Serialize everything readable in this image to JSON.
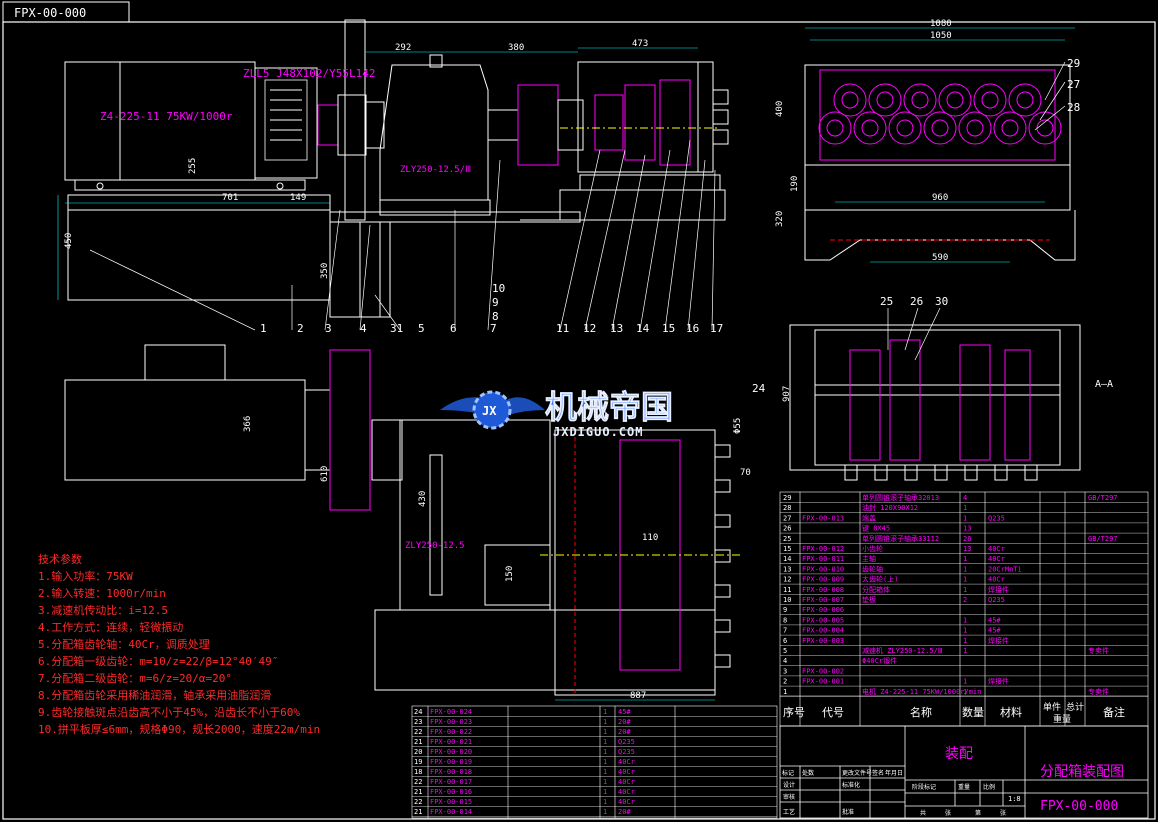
{
  "drawing": {
    "corner_code": "FPX-00-000",
    "motor_label": "Z4-225-11   75KW/1000r",
    "coupling_label": "ZLL5   J48X102/Y55L142",
    "reducer_label": "ZLY250-12.5/Ⅲ",
    "reducer_label_plan": "ZLY250-12.5",
    "section_label": "A—A"
  },
  "dimensions": {
    "d701": "701",
    "d450": "450",
    "d255": "255",
    "d149": "149",
    "d350": "350",
    "d292": "292",
    "d380": "380",
    "d473": "473",
    "d1080": "1080",
    "d1050": "1050",
    "d960": "960",
    "d590": "590",
    "d320": "320",
    "d190": "190",
    "d400": "400",
    "d887": "887",
    "d907": "907",
    "d430": "430",
    "d610": "610",
    "d366": "366",
    "d150": "150",
    "d110": "110",
    "d70": "70",
    "phi55": "Φ55"
  },
  "balloons_elev": [
    "1",
    "2",
    "3",
    "4",
    "31",
    "5",
    "6",
    "7",
    "11",
    "12",
    "13",
    "14",
    "15",
    "16",
    "17"
  ],
  "balloons_fraction": [
    "10",
    "9",
    "8"
  ],
  "balloons_right": [
    "29",
    "27",
    "28"
  ],
  "balloons_section": [
    "25",
    "26",
    "30"
  ],
  "balloons_misc": [
    "24"
  ],
  "watermark": {
    "title": "机械帝国",
    "url": "JXDIGUO.COM",
    "emblem": "JX"
  },
  "tech_params": {
    "heading": "技术参数",
    "items": [
      "1.输入功率：75KW",
      "2.输入转速：1000r/min",
      "3.减速机传动比：i=12.5",
      "4.工作方式：连续，轻微振动",
      "5.分配箱齿轮轴：40Cr，调质处理",
      "6.分配箱一级齿轮：m=10/z=22/β=12°40′49″",
      "7.分配箱二级齿轮：m=6/z=20/α=20°",
      "8.分配箱齿轮采用稀油润滑，轴承采用油脂润滑",
      "9.齿轮接触斑点沿齿高不小于45%，沿齿长不小于60%",
      "10.拼平板厚≤6mm，规格Φ90，规长2000，速度22m/min"
    ]
  },
  "bom_right": {
    "rows": [
      [
        "29",
        "",
        "单列圆锥滚子轴承32013",
        "4",
        "",
        "",
        "GB/T297"
      ],
      [
        "28",
        "",
        "油封 120X90X12",
        "1",
        "",
        "",
        ""
      ],
      [
        "27",
        "FPX-00-013",
        "端盖",
        "1",
        "Q235",
        "",
        ""
      ],
      [
        "26",
        "",
        "键 8X45",
        "13",
        "",
        "",
        ""
      ],
      [
        "25",
        "",
        "单列圆锥滚子轴承33112",
        "26",
        "",
        "",
        "GB/T297"
      ],
      [
        "15",
        "FPX-00-012",
        "小齿轮",
        "13",
        "40Cr",
        "",
        ""
      ],
      [
        "14",
        "FPX-00-011",
        "主轴",
        "1",
        "40Cr",
        "",
        ""
      ],
      [
        "13",
        "FPX-00-010",
        "齿轮轴",
        "1",
        "20CrMnTi",
        "",
        ""
      ],
      [
        "12",
        "FPX-00-009",
        "大齿轮(上)",
        "1",
        "40Cr",
        "",
        ""
      ],
      [
        "11",
        "FPX-00-008",
        "分配箱体",
        "1",
        "焊接件",
        "",
        ""
      ],
      [
        "10",
        "FPX-00-007",
        "垫板",
        "2",
        "Q235",
        "",
        ""
      ],
      [
        "9",
        "FPX-00-006",
        "",
        "",
        "",
        "",
        ""
      ],
      [
        "8",
        "FPX-00-005",
        "",
        "1",
        "45#",
        "",
        ""
      ],
      [
        "7",
        "FPX-00-004",
        "",
        "1",
        "45#",
        "",
        ""
      ],
      [
        "6",
        "FPX-00-003",
        "",
        "1",
        "焊接件",
        "",
        ""
      ],
      [
        "5",
        "",
        "减速机 ZLY250-12.5/Ⅲ",
        "1",
        "",
        "",
        "专卖件"
      ],
      [
        "4",
        "",
        "Φ40Cr锻件",
        "",
        "",
        "",
        ""
      ],
      [
        "3",
        "FPX-00-002",
        "",
        "",
        "",
        "",
        ""
      ],
      [
        "2",
        "FPX-00-001",
        "",
        "1",
        "焊接件",
        "",
        ""
      ],
      [
        "1",
        "",
        "电机 Z4-225-11  75KW/1000r/min",
        "1",
        "",
        "",
        "专卖件"
      ]
    ],
    "header": {
      "no": "序号",
      "code": "代号",
      "name": "名称",
      "qty": "数量",
      "material": "材料",
      "single": "单件",
      "total": "总计",
      "weight": "重量",
      "remark": "备注"
    }
  },
  "bom_bottom": {
    "rows": [
      [
        "24",
        "FPX-00-024",
        "",
        "1",
        "45#"
      ],
      [
        "23",
        "FPX-00-023",
        "",
        "1",
        "20#"
      ],
      [
        "22",
        "FPX-00-022",
        "",
        "1",
        "20#"
      ],
      [
        "21",
        "FPX-00-021",
        "",
        "1",
        "Q235"
      ],
      [
        "20",
        "FPX-00-020",
        "",
        "1",
        "Q235"
      ],
      [
        "19",
        "FPX-00-019",
        "",
        "1",
        "40Cr"
      ],
      [
        "18",
        "FPX-00-018",
        "",
        "1",
        "40Cr"
      ],
      [
        "22",
        "FPX-00-017",
        "",
        "1",
        "40Cr"
      ],
      [
        "21",
        "FPX-00-016",
        "",
        "1",
        "40Cr"
      ],
      [
        "22",
        "FPX-00-015",
        "",
        "1",
        "40Cr"
      ],
      [
        "21",
        "FPX-00-014",
        "",
        "1",
        "20#"
      ]
    ]
  },
  "title_block": {
    "assembly": "装配",
    "drawing_title": "分配箱装配图",
    "drawing_no": "FPX-00-000",
    "scale": "1:8",
    "labels": [
      "标记",
      "处数",
      "更改文件号",
      "签名",
      "年月日",
      "设计",
      "标准化",
      "审核",
      "工艺",
      "批准",
      "阶段标记",
      "重量",
      "比例",
      "共",
      "张",
      "第",
      "张"
    ]
  },
  "colors": {
    "background": "#000000",
    "line_white": "#ffffff",
    "magenta": "#ff00ff",
    "red": "#ff2020",
    "yellow": "#ffff00",
    "cyan": "#00ffff",
    "green": "#00ff00",
    "blue_watermark": "#1e5ad8"
  }
}
